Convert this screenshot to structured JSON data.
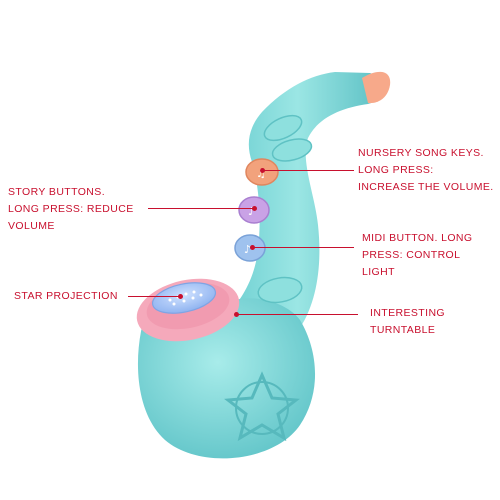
{
  "product": {
    "name": "toy-saxophone",
    "colors": {
      "body": "#86dcdc",
      "body_shade": "#5fc4c6",
      "bell_rim": "#f5a9bb",
      "mouthpiece": "#f7a98a",
      "key_orange": "#f2a27c",
      "key_purple": "#c9a2e6",
      "key_blue": "#9fc2ee",
      "annotation": "#c8102e"
    }
  },
  "annotations": {
    "nursery": {
      "line1": "NURSERY SONG KEYS.",
      "line2": "LONG PRESS:",
      "line3": "INCREASE THE VOLUME."
    },
    "story": {
      "line1": "STORY BUTTONS.",
      "line2": "LONG PRESS: REDUCE",
      "line3": "VOLUME"
    },
    "midi": {
      "line1": "MIDI BUTTON. LONG",
      "line2": "PRESS: CONTROL",
      "line3": "LIGHT"
    },
    "star": {
      "line1": "STAR PROJECTION"
    },
    "turntable": {
      "line1": "INTERESTING",
      "line2": "TURNTABLE"
    }
  }
}
